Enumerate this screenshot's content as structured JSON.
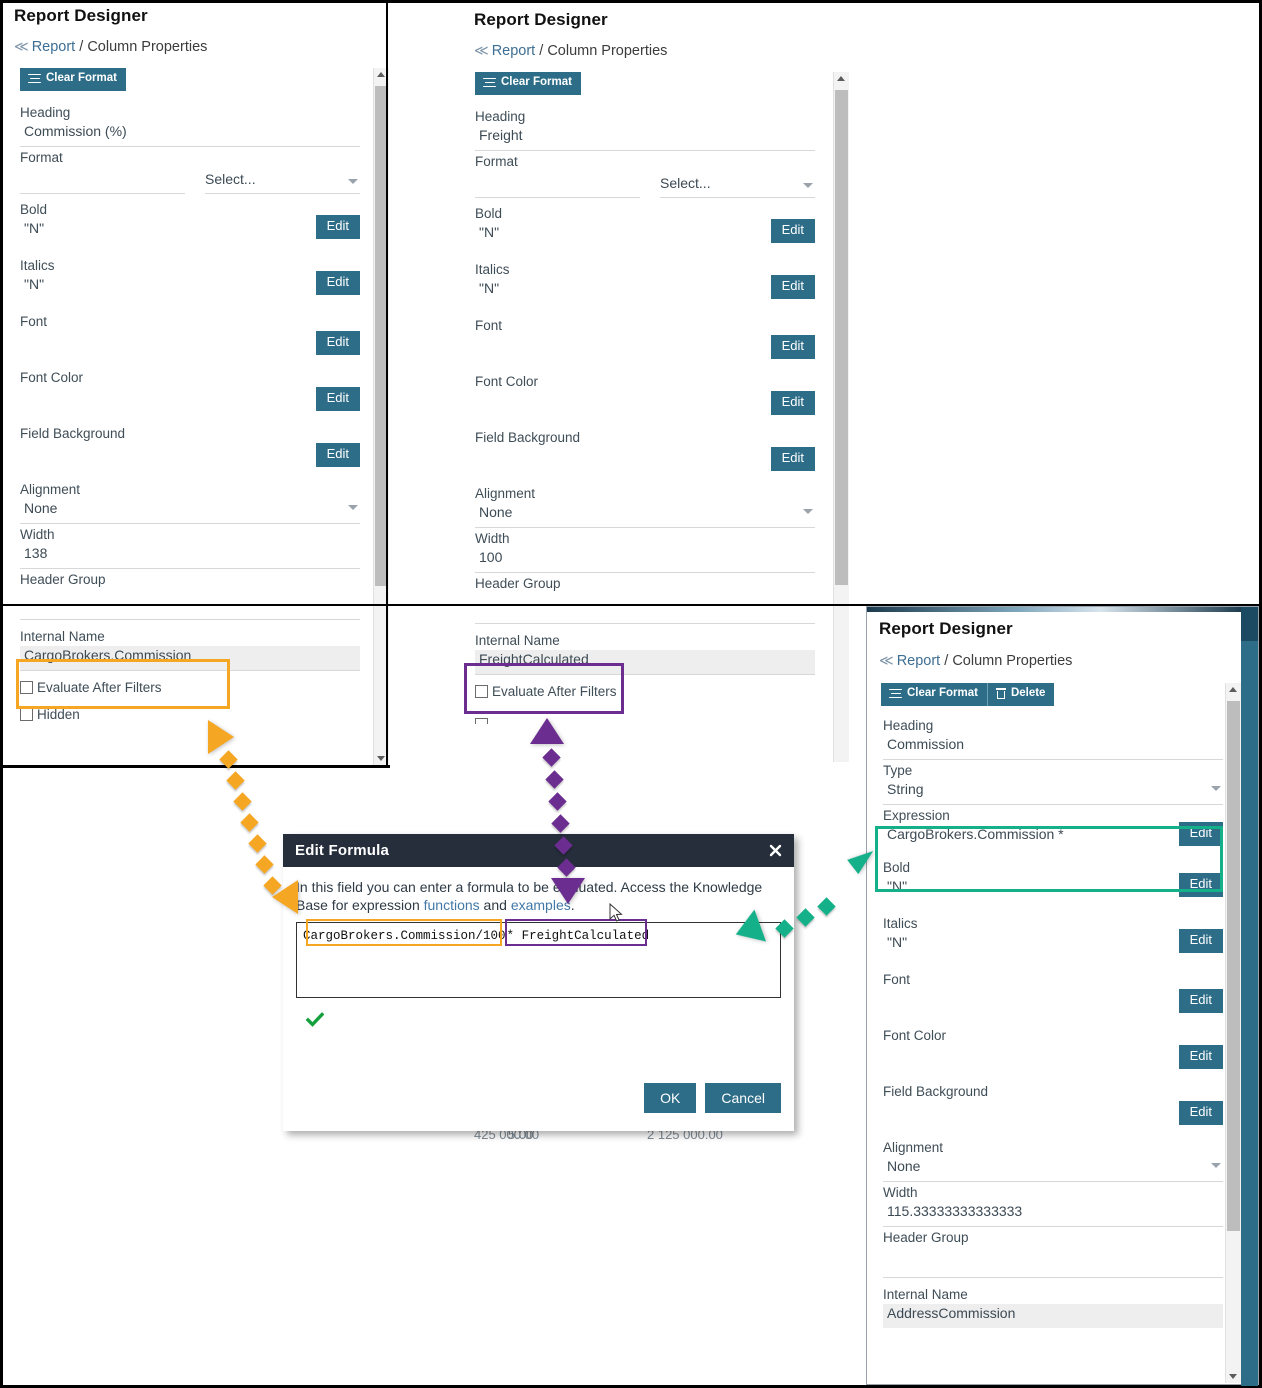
{
  "panel_left": {
    "title": "Report Designer",
    "breadcrumb": {
      "back_icon": "double-chevron-left-icon",
      "root": "Report",
      "separator": "/",
      "current": "Column Properties"
    },
    "toolbar": {
      "clear_format": "Clear Format"
    },
    "fields": [
      {
        "label": "Heading",
        "value": "Commission (%)"
      },
      {
        "label": "Format",
        "value": "",
        "select_value": "Select..."
      },
      {
        "label": "Bold",
        "value": "\"N\"",
        "action": "Edit"
      },
      {
        "label": "Italics",
        "value": "\"N\"",
        "action": "Edit"
      },
      {
        "label": "Font",
        "value": "",
        "action": "Edit"
      },
      {
        "label": "Font Color",
        "value": "",
        "action": "Edit"
      },
      {
        "label": "Field Background",
        "value": "",
        "action": "Edit"
      },
      {
        "label": "Alignment",
        "value": "None"
      },
      {
        "label": "Width",
        "value": "138"
      },
      {
        "label": "Header Group",
        "value": ""
      },
      {
        "label": "Internal Name",
        "value": "CargoBrokers.Commission"
      }
    ],
    "checkboxes": [
      {
        "label": "Evaluate After Filters",
        "checked": false
      },
      {
        "label": "Hidden",
        "checked": false
      }
    ]
  },
  "panel_mid": {
    "title": "Report Designer",
    "breadcrumb": {
      "back_icon": "double-chevron-left-icon",
      "root": "Report",
      "separator": "/",
      "current": "Column Properties"
    },
    "toolbar": {
      "clear_format": "Clear Format"
    },
    "fields": [
      {
        "label": "Heading",
        "value": "Freight"
      },
      {
        "label": "Format",
        "value": "",
        "select_value": "Select..."
      },
      {
        "label": "Bold",
        "value": "\"N\"",
        "action": "Edit"
      },
      {
        "label": "Italics",
        "value": "\"N\"",
        "action": "Edit"
      },
      {
        "label": "Font",
        "value": "",
        "action": "Edit"
      },
      {
        "label": "Font Color",
        "value": "",
        "action": "Edit"
      },
      {
        "label": "Field Background",
        "value": "",
        "action": "Edit"
      },
      {
        "label": "Alignment",
        "value": "None"
      },
      {
        "label": "Width",
        "value": "100"
      },
      {
        "label": "Header Group",
        "value": ""
      },
      {
        "label": "Internal Name",
        "value": "FreightCalculated"
      }
    ],
    "checkboxes": [
      {
        "label": "Evaluate After Filters",
        "checked": false
      }
    ]
  },
  "panel_right": {
    "title": "Report Designer",
    "breadcrumb": {
      "back_icon": "double-chevron-left-icon",
      "root": "Report",
      "separator": "/",
      "current": "Column Properties"
    },
    "toolbar": {
      "clear_format": "Clear Format",
      "delete": "Delete"
    },
    "fields": [
      {
        "label": "Heading",
        "value": "Commission"
      },
      {
        "label": "Type",
        "value": "String"
      },
      {
        "label": "Expression",
        "value": "CargoBrokers.Commission *",
        "action": "Edit"
      },
      {
        "label": "Bold",
        "value": "\"N\"",
        "action": "Edit"
      },
      {
        "label": "Italics",
        "value": "\"N\"",
        "action": "Edit"
      },
      {
        "label": "Font",
        "value": "",
        "action": "Edit"
      },
      {
        "label": "Font Color",
        "value": "",
        "action": "Edit"
      },
      {
        "label": "Field Background",
        "value": "",
        "action": "Edit"
      },
      {
        "label": "Alignment",
        "value": "None"
      },
      {
        "label": "Width",
        "value": "115.33333333333333"
      },
      {
        "label": "Header Group",
        "value": ""
      },
      {
        "label": "Internal Name",
        "value": "AddressCommission"
      }
    ]
  },
  "dialog": {
    "title": "Edit Formula",
    "close_icon": "close-icon",
    "help_text_1": "In this field you can enter a formula to be evaluated. Access the Knowledge",
    "help_text_2_pre": "Base for expression ",
    "help_link_1": "functions",
    "help_text_2_mid": " and ",
    "help_link_2": "examples",
    "help_text_2_post": ".",
    "formula_part_1": "CargoBrokers.Commission/100",
    "formula_operator": "*",
    "formula_part_2": "FreightCalculated",
    "valid_icon": "green-check-icon",
    "ok": "OK",
    "cancel": "Cancel"
  },
  "background_values": {
    "v1": "5.00",
    "v2": "425 000.00",
    "v3": "2 125 000.00"
  },
  "annotations": {
    "orange_color": "#F5A623",
    "purple_color": "#6B2D8F",
    "teal_color": "#14B08A",
    "accent_color": "#2D6D88"
  }
}
